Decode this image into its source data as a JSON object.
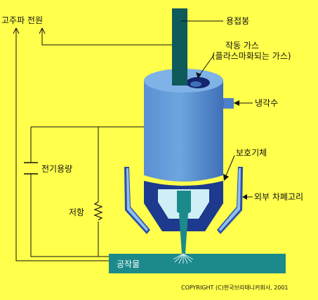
{
  "labels": {
    "power_source": "고주파 전원",
    "electrode": "용접봉",
    "working_gas_line1": "작동 가스",
    "working_gas_line2": "(플라스마화되는 가스)",
    "cooling_water": "냉각수",
    "shielding_gas": "보호기체",
    "outer_shield": "외부 차폐고리",
    "capacitance": "전기용량",
    "resistance": "저항",
    "workpiece": "공작물",
    "copyright": "COPYRIGHT (C)한국브리태니커회사, 2001"
  },
  "colors": {
    "background": "#ffff4c",
    "electrode": "#0f5a5a",
    "torch_light": "#6d9fd8",
    "torch_mid": "#4d80c8",
    "nozzle_dark": "#1d3a8e",
    "plasma_core": "#cfeef5",
    "workpiece": "#1c8a8a",
    "wire": "#111111"
  }
}
